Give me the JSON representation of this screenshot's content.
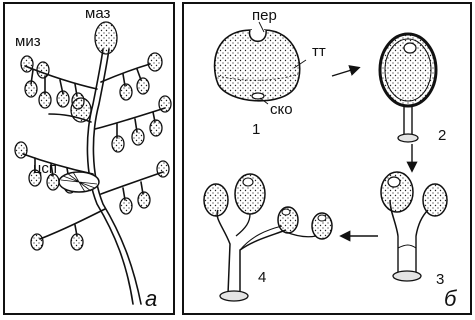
{
  "panel_a": {
    "letter": "а",
    "labels": {
      "maz": "маз",
      "miz": "миз",
      "csp": "цсп"
    }
  },
  "panel_b": {
    "letter": "б",
    "labels": {
      "per": "пер",
      "tt": "тт",
      "sko": "ско"
    },
    "stages": [
      "1",
      "2",
      "3",
      "4"
    ]
  },
  "colors": {
    "line": "#111111",
    "fill": "#ffffff",
    "shade": "#e4e4e4"
  }
}
